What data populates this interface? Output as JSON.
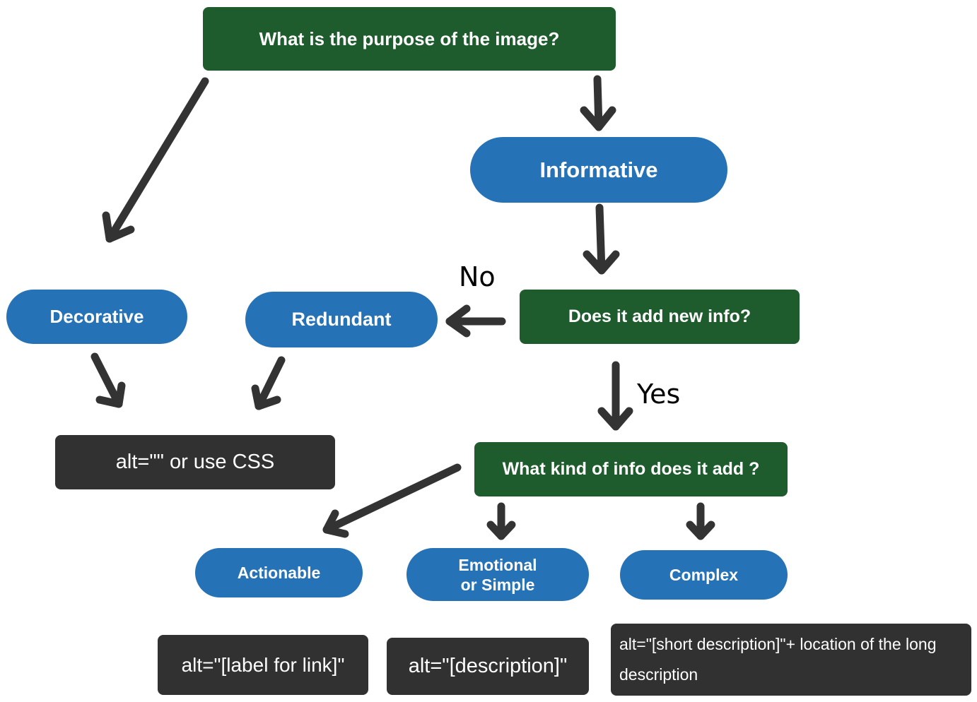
{
  "nodes": {
    "purpose": "What is the purpose of the image?",
    "informative": "Informative",
    "new_info": "Does it add new info?",
    "decorative": "Decorative",
    "redundant": "Redundant",
    "kind_of_info": "What kind of info does it add ?",
    "actionable": "Actionable",
    "emotional": "Emotional or Simple",
    "complex": "Complex"
  },
  "outcomes": {
    "empty_alt": "alt=\"\" or use CSS",
    "link_alt": "alt=\"[label for link]\"",
    "description_alt": "alt=\"[description]\"",
    "complex_alt": "alt=\"[short description]\"+ location of the long description"
  },
  "edge_labels": {
    "no": "No",
    "yes": "Yes"
  },
  "colors": {
    "question_green": "#1e5b2d",
    "category_blue": "#2672b6",
    "outcome_dark": "#313131",
    "arrow": "#333333"
  }
}
